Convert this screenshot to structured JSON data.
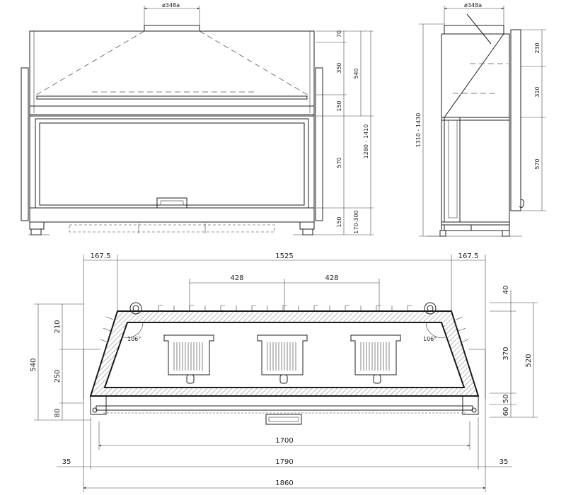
{
  "front_view": {
    "top_diameter": "ø348a",
    "right_dims": [
      "70",
      "350",
      "150",
      "570",
      "150",
      "540",
      "170-300",
      "1280 - 1410"
    ]
  },
  "side_view": {
    "top_diameter": "ø348a",
    "left_dim": "1310 - 1430",
    "right_dims": [
      "230",
      "310",
      "570"
    ]
  },
  "plan_view": {
    "top_dims": [
      "167.5",
      "1525",
      "167.5"
    ],
    "inner_dims": [
      "428",
      "428"
    ],
    "angle_left": "106°",
    "angle_right": "106°",
    "left_dims": [
      "210",
      "250",
      "80",
      "540"
    ],
    "right_dims": [
      "40",
      "370",
      "50",
      "60",
      "520"
    ],
    "bottom_dims": [
      "1700",
      "35",
      "1790",
      "35",
      "1860"
    ]
  }
}
